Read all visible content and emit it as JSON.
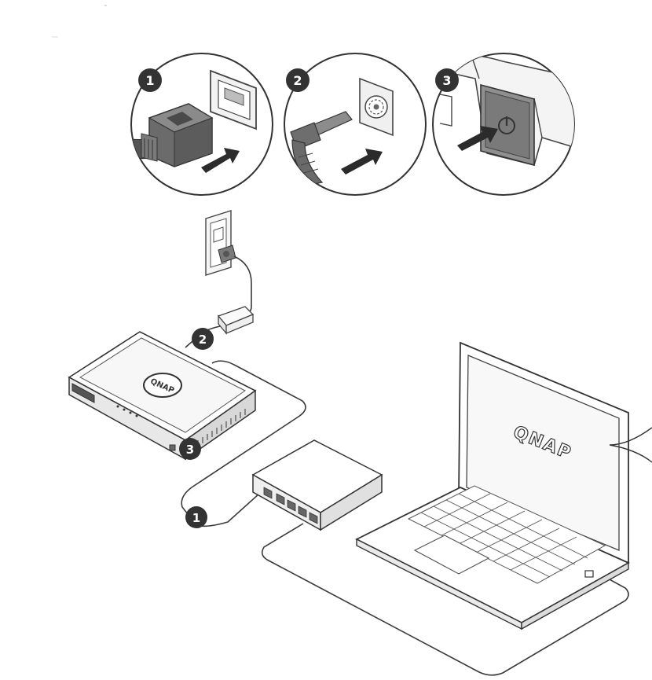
{
  "diagram": {
    "brand": "QNAP",
    "steps": {
      "top_1": "1",
      "top_2": "2",
      "top_3": "3",
      "net_1": "1",
      "power_2": "2",
      "button_3": "3"
    },
    "colors": {
      "badge": "#333333",
      "line": "#3a3a3a",
      "arrow": "#2b2b2b",
      "plug": "#6a6a6a"
    }
  }
}
